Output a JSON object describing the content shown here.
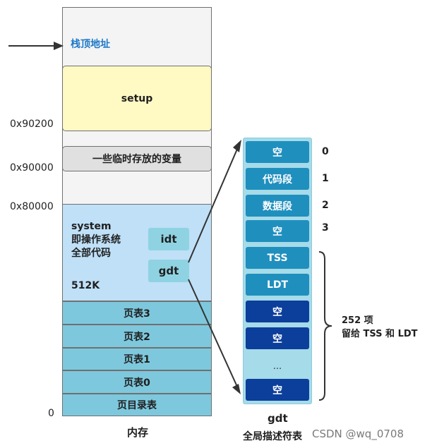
{
  "memory": {
    "stack_label": "栈顶地址",
    "setup": "setup",
    "vars": "一些临时存放的变量",
    "system_lines": [
      "system",
      "即操作系统",
      "全部代码"
    ],
    "system_size": "512K",
    "idt": "idt",
    "gdt_tag": "gdt",
    "page_rows": [
      "页表3",
      "页表2",
      "页表1",
      "页表0",
      "页目录表"
    ],
    "caption": "内存"
  },
  "addresses": {
    "a90200": "0x90200",
    "a90000": "0x90000",
    "a80000": "0x80000",
    "a0": "0"
  },
  "gdt": {
    "cells": [
      "空",
      "代码段",
      "数据段",
      "空",
      "TSS",
      "LDT",
      "空",
      "空",
      "...",
      "空"
    ],
    "indices": [
      "0",
      "1",
      "2",
      "3"
    ],
    "brace_lines": [
      "252 项",
      "留给 TSS 和 LDT"
    ],
    "caption_1": "gdt",
    "caption_2": "全局描述符表"
  },
  "watermark": "CSDN @wq_0708",
  "colors": {
    "stack_text": "#1e78c8",
    "setup_fill": "#fff9c4",
    "vars_fill": "#e0e0e0",
    "system_fill": "#bfe0f7",
    "row_fill": "#7ec8dd",
    "gdt_mid": "#1f8fbe",
    "gdt_dark": "#0c3e9b",
    "gdt_bg": "#a6dbe9"
  }
}
